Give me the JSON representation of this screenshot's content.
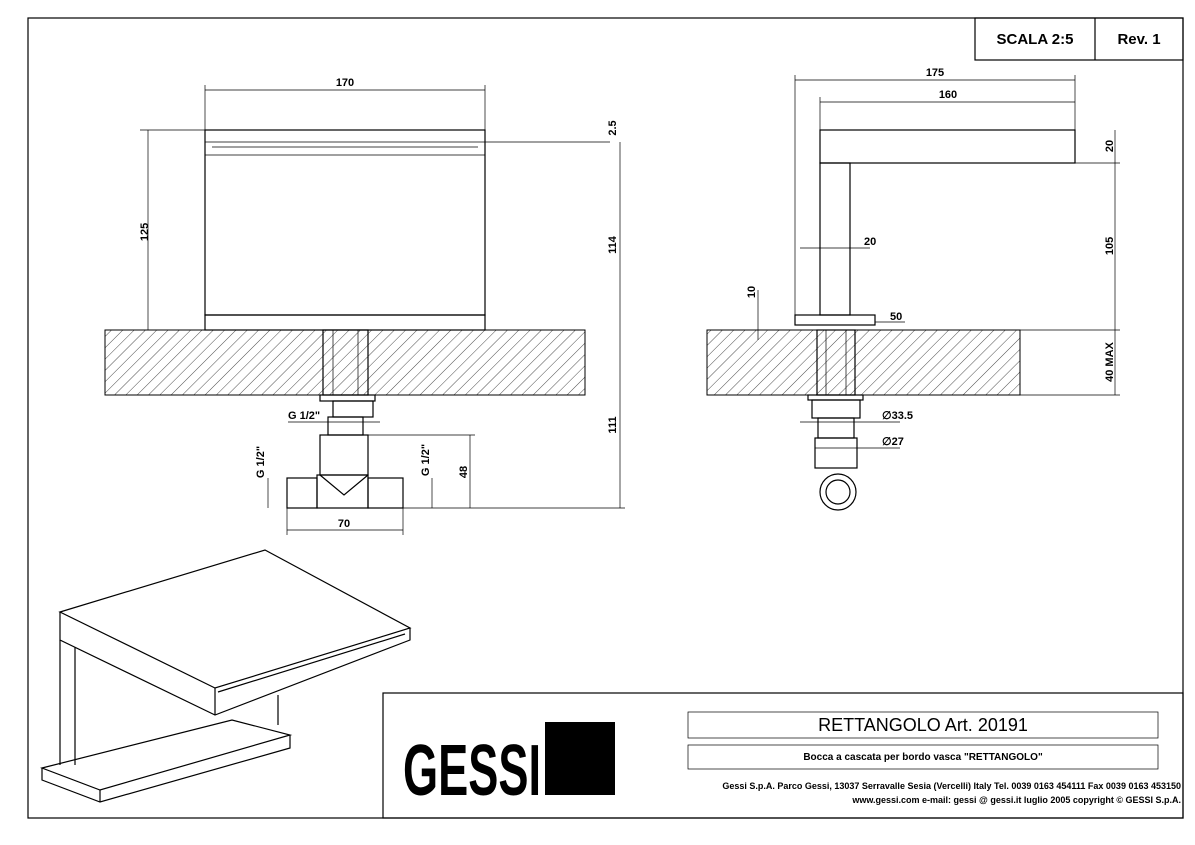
{
  "header": {
    "scale": "SCALA 2:5",
    "revision": "Rev. 1"
  },
  "front_view": {
    "width": "170",
    "height_total": "125",
    "body_height": "114",
    "slot": "2.5",
    "below": "111",
    "tee_height": "48",
    "tee_width": "70",
    "thread_top": "G 1/2\"",
    "thread_left": "G 1/2\"",
    "thread_right": "G 1/2\""
  },
  "side_view": {
    "overall": "175",
    "spout": "160",
    "spout_thickness": "20",
    "column_height": "105",
    "column_width": "20",
    "plate": "10",
    "plate_width": "50",
    "counter": "40 MAX",
    "dia_nut": "∅33.5",
    "dia_pipe": "∅27"
  },
  "title_block": {
    "logo": "GESSI",
    "product": "RETTANGOLO  Art. 20191",
    "description": "Bocca a cascata per bordo vasca \"RETTANGOLO\"",
    "address": "Gessi S.p.A. Parco Gessi, 13037 Serravalle Sesia (Vercelli) Italy Tel. 0039  0163 454111 Fax 0039 0163 453150",
    "contact": "www.gessi.com e-mail: gessi @ gessi.it luglio 2005 copyright © GESSI S.p.A."
  }
}
